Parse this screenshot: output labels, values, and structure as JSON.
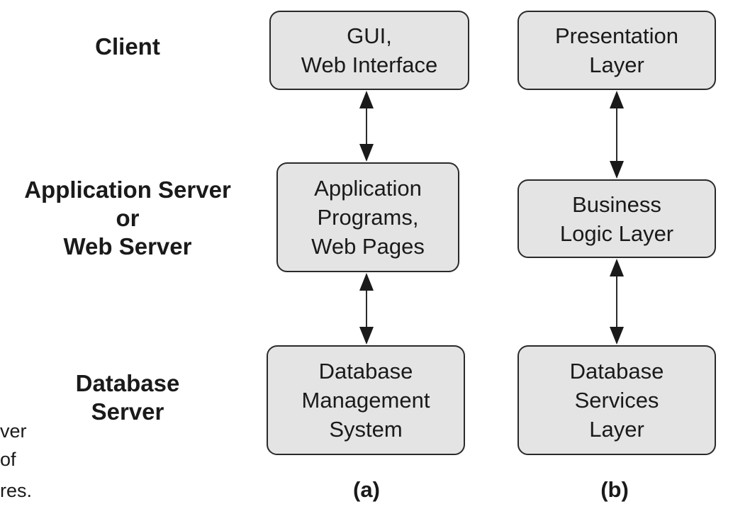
{
  "tier_labels": {
    "client": [
      "Client"
    ],
    "app_server": [
      "Application Server",
      "or",
      "Web Server"
    ],
    "db_server": [
      "Database",
      "Server"
    ]
  },
  "panel_a": {
    "client_box": [
      "GUI,",
      "Web Interface"
    ],
    "app_box": [
      "Application",
      "Programs,",
      "Web Pages"
    ],
    "db_box": [
      "Database",
      "Management",
      "System"
    ],
    "label": "(a)"
  },
  "panel_b": {
    "presentation_box": [
      "Presentation",
      "Layer"
    ],
    "logic_box": [
      "Business",
      "Logic Layer"
    ],
    "db_box": [
      "Database",
      "Services",
      "Layer"
    ],
    "label": "(b)"
  },
  "caption_fragments": [
    "ver",
    "of",
    "res."
  ],
  "colors": {
    "box_fill": "#e4e4e4",
    "box_border": "#2a2a2a",
    "text": "#1a1a1a",
    "background": "#ffffff"
  }
}
